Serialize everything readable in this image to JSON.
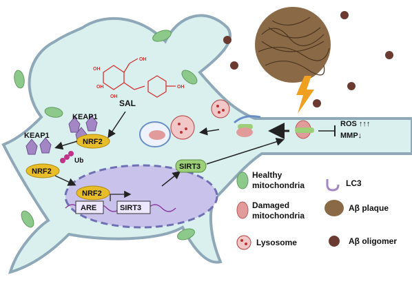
{
  "labels": {
    "sal": "SAL",
    "keap1_top": "KEAP1",
    "keap1_left": "KEAP1",
    "nrf2_bound": "NRF2",
    "ub": "Ub",
    "nrf2_free": "NRF2",
    "nrf2_nucleus": "NRF2",
    "are": "ARE",
    "sirt3_gene": "SIRT3",
    "sirt3_protein": "SIRT3",
    "ros": "ROS ↑↑↑",
    "mmp": "MMP↓"
  },
  "legend": {
    "healthy_line1": "Healthy",
    "healthy_line2": "mitochondria",
    "damaged_line1": "Damaged",
    "damaged_line2": "mitochondria",
    "lysosome": "Lysosome",
    "lc3": "LC3",
    "plaque": "Aβ plaque",
    "oligomer": "Aβ oligomer"
  },
  "chem_labels": {
    "oh": "OH"
  },
  "colors": {
    "cell_fill": "#d9f0ee",
    "cell_stroke": "#8ea8b8",
    "nucleus_fill": "#c9c3ec",
    "nrf2_fill": "#e8bd2a",
    "keap1_fill": "#a387c4",
    "sirt3_fill": "#9ccf78",
    "healthy_mito": "#8cc98a",
    "damaged_mito": "#e29b9b",
    "lysosome": "#f2c7c7",
    "oligomer": "#6b3b32",
    "plaque": "#8a6a46",
    "ub": "#c0338a",
    "bolt": "#f0a020",
    "chem": "#d63030"
  }
}
